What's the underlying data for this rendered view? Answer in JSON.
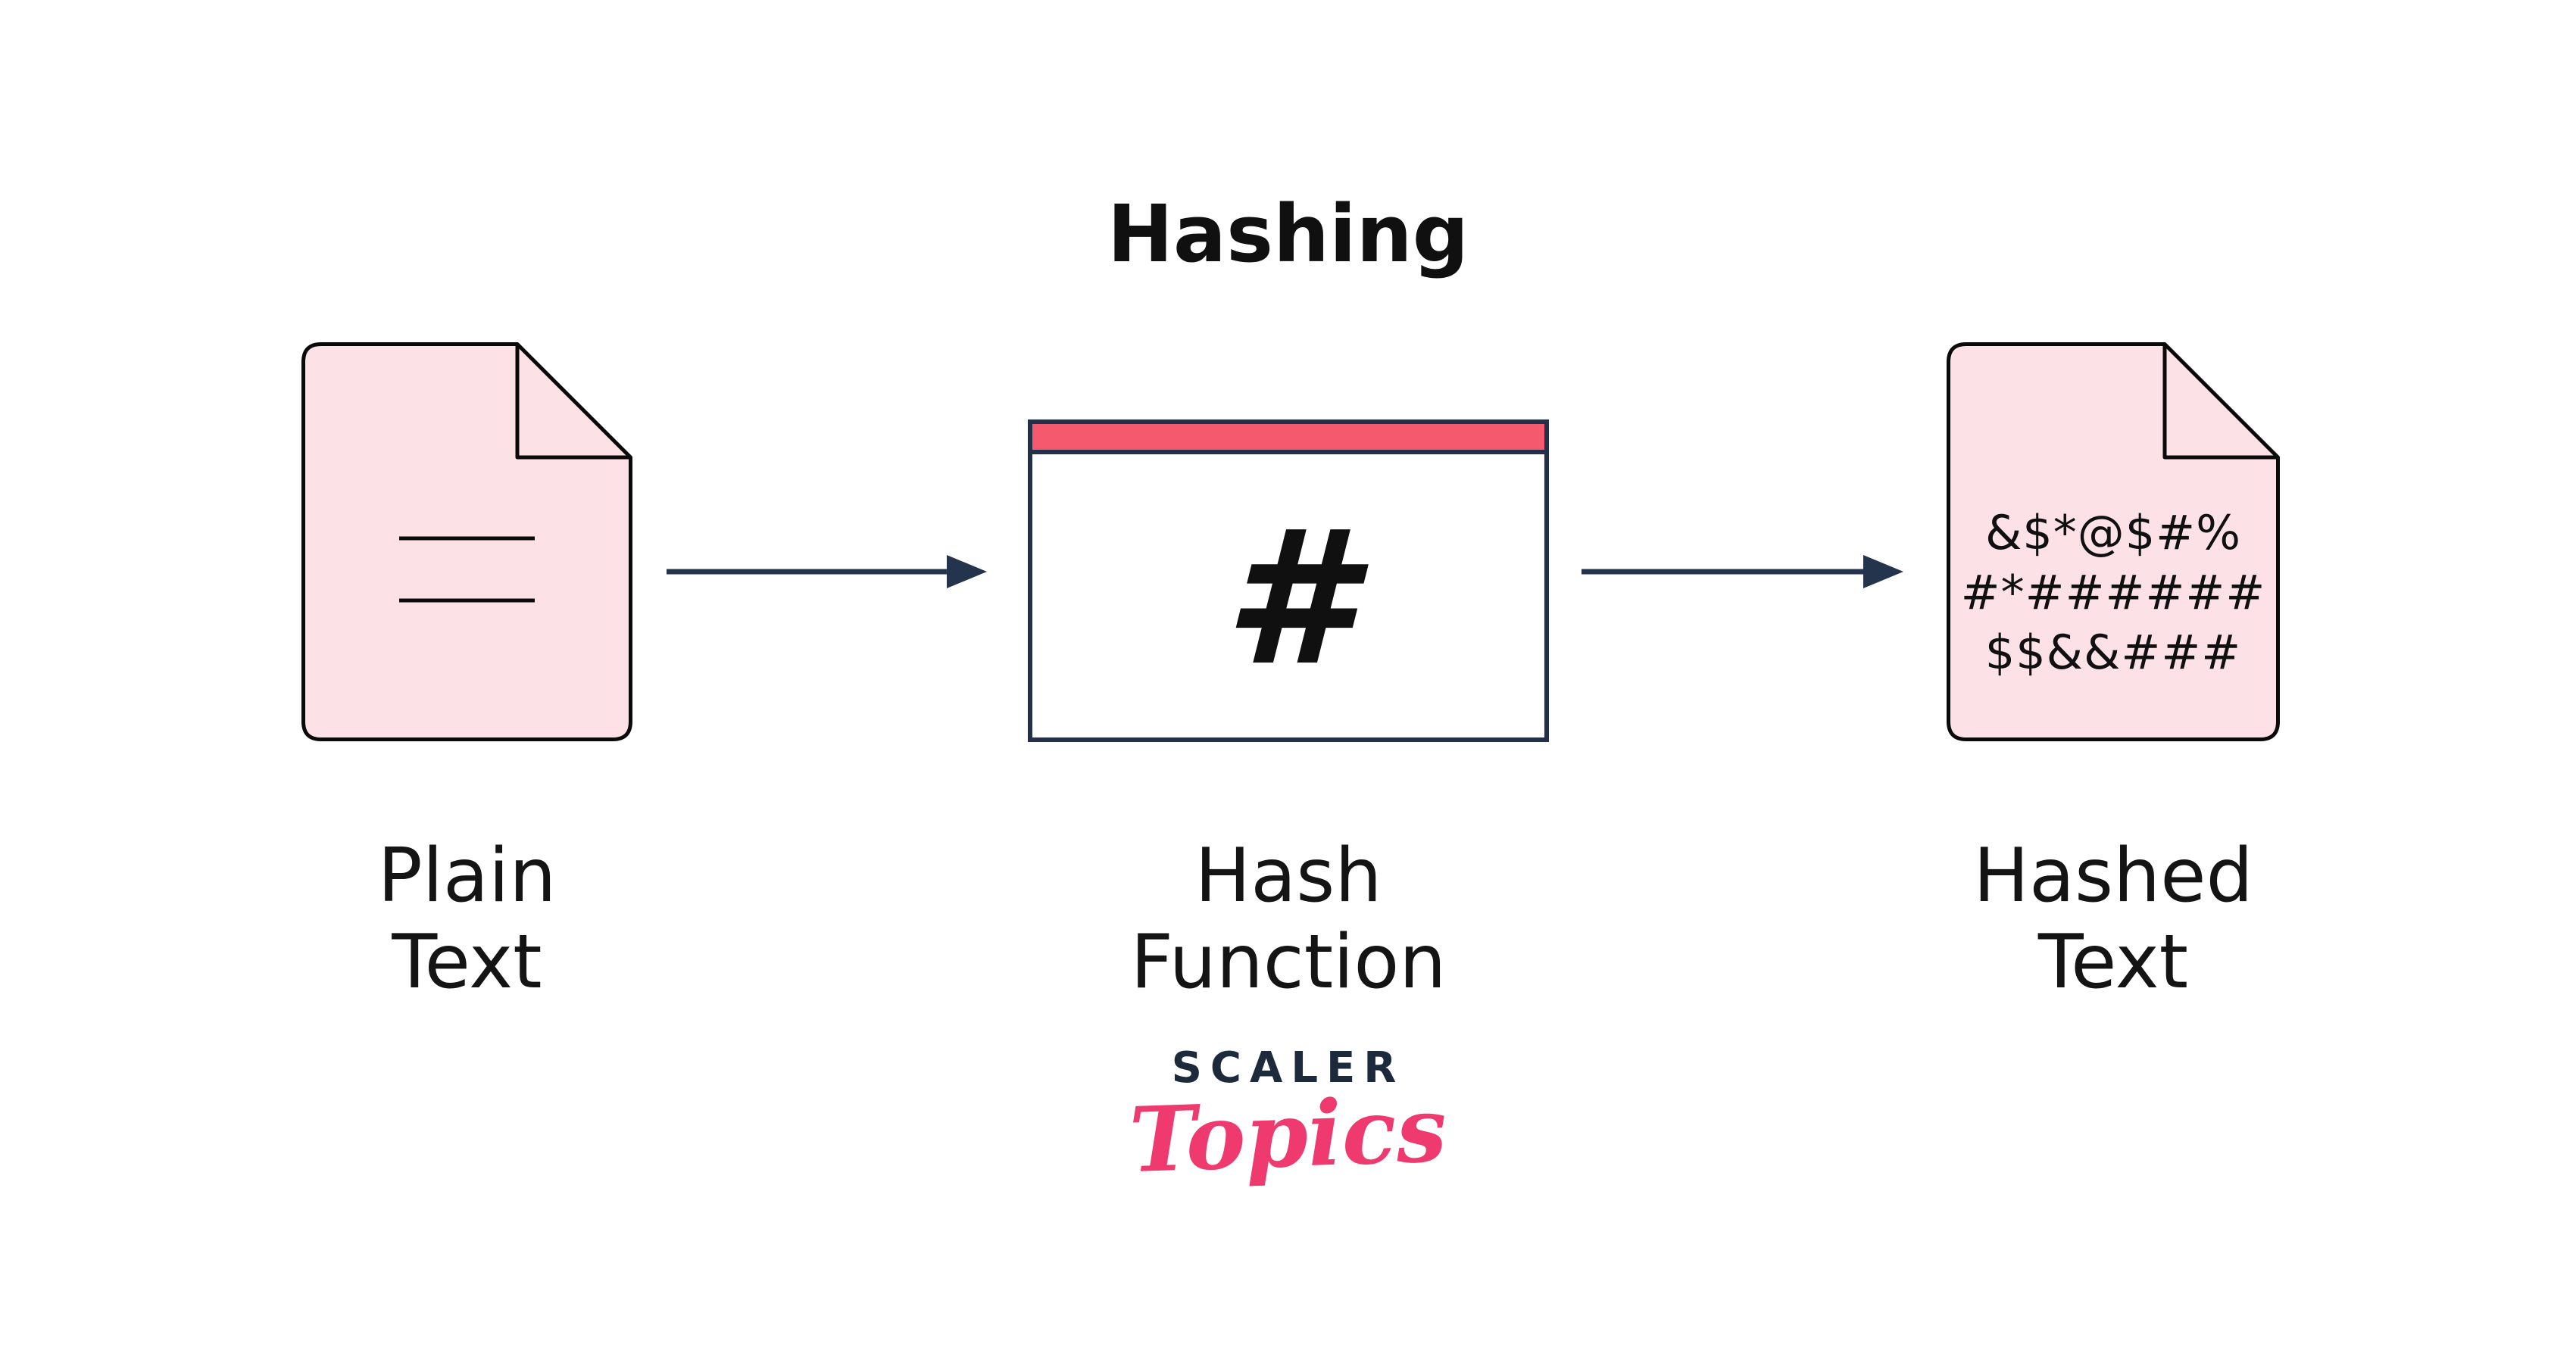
{
  "diagram": {
    "title": "Hashing",
    "nodes": [
      {
        "id": "plain-text",
        "type": "document",
        "label": "Plain Text",
        "placeholder_lines": 2
      },
      {
        "id": "hash-function",
        "type": "window-box",
        "label": "Hash Function",
        "symbol": "#"
      },
      {
        "id": "hashed-text",
        "type": "document",
        "label": "Hashed Text",
        "text_lines": [
          "&$*@$#%",
          "#*######",
          "$$&&###"
        ]
      }
    ],
    "arrows": [
      {
        "from": "plain-text",
        "to": "hash-function",
        "direction": "right"
      },
      {
        "from": "hash-function",
        "to": "hashed-text",
        "direction": "right"
      }
    ],
    "colors": {
      "document_fill": "#fce1e6",
      "outline_black": "#0a0a0a",
      "accent_red": "#f4596d",
      "navy": "#223049",
      "text": "#101010"
    }
  },
  "logo": {
    "primary": "SCALER",
    "secondary": "Topics",
    "primary_color": "#1c2a3c",
    "secondary_color": "#ee3a6f"
  }
}
